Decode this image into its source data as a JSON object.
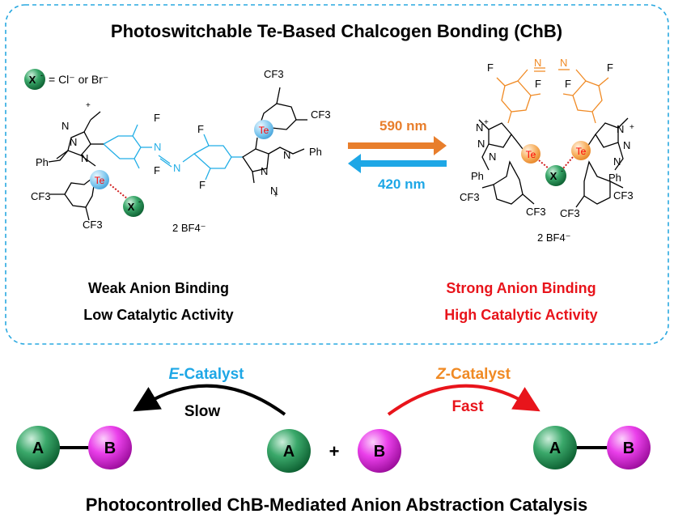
{
  "title": "Photoswitchable Te-Based Chalcogen Bonding (ChB)",
  "anion_legend": {
    "symbol": "X",
    "symbol_charge": "-",
    "text": "= Cl⁻ or Br⁻"
  },
  "atoms": {
    "te": "Te",
    "f": "F",
    "n": "N",
    "cf3": "CF3",
    "ph": "Ph",
    "x": "X",
    "plus": "+",
    "minus": "-"
  },
  "counterion_left": "2 BF4⁻",
  "counterion_right": "2 BF4⁻",
  "arrow_forward_label": "590 nm",
  "arrow_back_label": "420 nm",
  "left_state": {
    "line1": "Weak Anion Binding",
    "line2": "Low Catalytic Activity"
  },
  "right_state": {
    "line1": "Strong Anion Binding",
    "line2": "High Catalytic Activity"
  },
  "e_catalyst": {
    "prefix": "E",
    "suffix": "-Catalyst",
    "rate": "Slow"
  },
  "z_catalyst": {
    "prefix": "Z",
    "suffix": "-Catalyst",
    "rate": "Fast"
  },
  "spheres": {
    "a": "A",
    "b": "B",
    "plus": "+"
  },
  "footer": "Photocontrolled ChB-Mediated Anion Abstraction Catalysis",
  "colors": {
    "dashed_box": "#29a8e0",
    "e_isomer": "#22aee6",
    "z_isomer": "#f08a24",
    "arrow_forward": "#e87e2c",
    "arrow_back": "#1ea7e6",
    "red_text": "#e8141b",
    "te_text": "#ff0000",
    "green_sphere": "#1a8a4c",
    "magenta_sphere": "#e020e0"
  }
}
